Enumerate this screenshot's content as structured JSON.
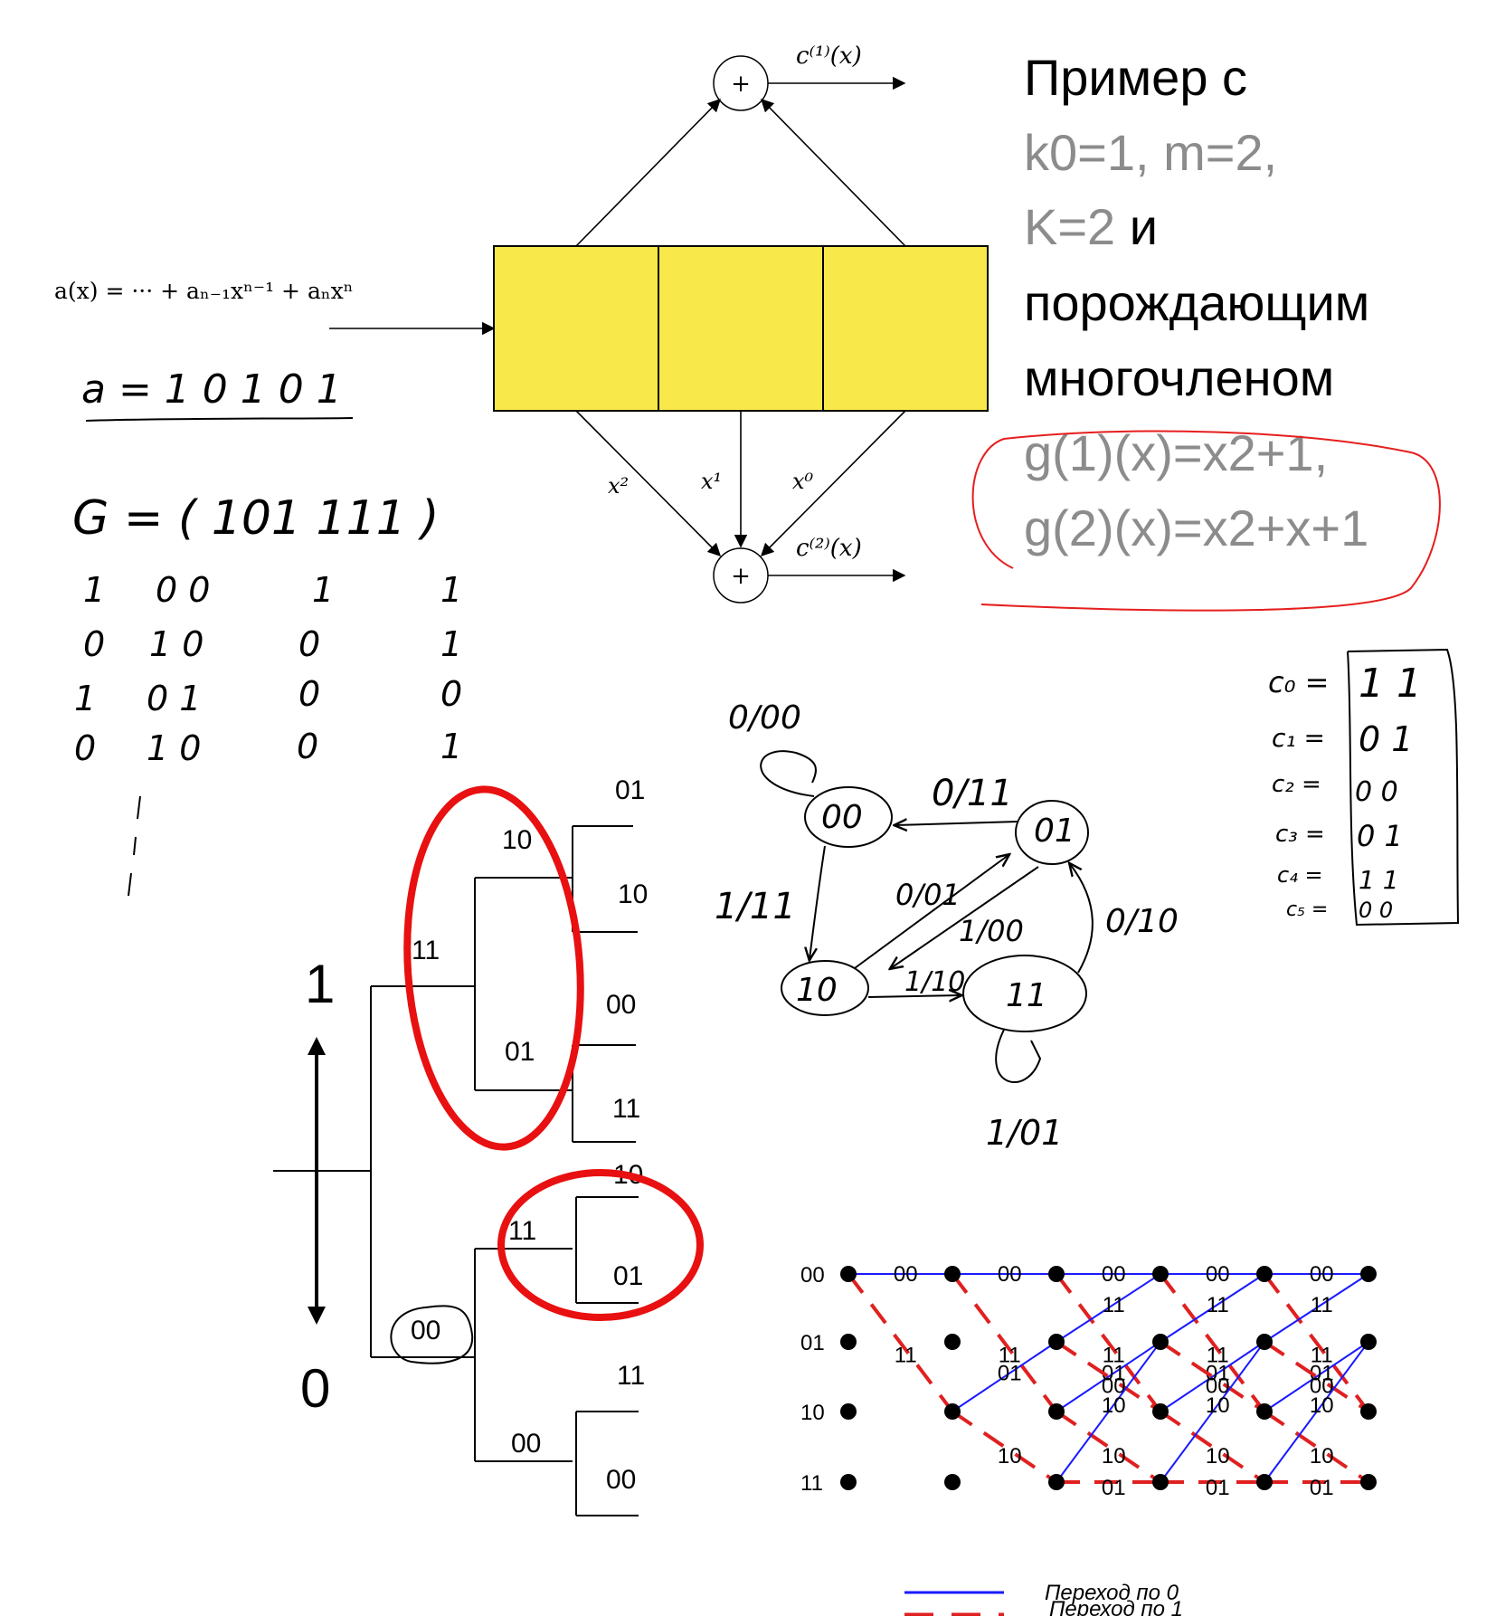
{
  "slide": {
    "title_line1": "Пример с",
    "params_line1": "k0=1, m=2,",
    "params_line2a": "K=2",
    "params_line2b": " и",
    "title_line3": "порождающим",
    "title_line4": "многочленом",
    "poly1": "g(1)(x)=x2+1,",
    "poly2": "g(2)(x)=x2+x+1"
  },
  "encoder": {
    "input_formula": "a(x) = ··· + aₙ₋₁xⁿ⁻¹ + aₙxⁿ",
    "output1": "c⁽¹⁾(x)",
    "output2": "c⁽²⁾(x)",
    "plus": "+",
    "tap_x2": "x²",
    "tap_x1": "x¹",
    "tap_x0": "x⁰",
    "register_color": "#F9E84A"
  },
  "notes": {
    "a_eq": "a = 1 0 1 0 1",
    "G_eq": "G = ( 101  111 )",
    "matrix_rows": [
      [
        "1",
        "0 0",
        "1",
        "1"
      ],
      [
        "0",
        "1 0",
        "0",
        "1"
      ],
      [
        "1",
        "0 1",
        "0",
        "0"
      ],
      [
        "0",
        "1 0",
        "0",
        "1"
      ]
    ],
    "c_rows": [
      {
        "label": "c₀ =",
        "value": "1 1"
      },
      {
        "label": "c₁ =",
        "value": "0 1"
      },
      {
        "label": "c₂ =",
        "value": "0 0"
      },
      {
        "label": "c₃ =",
        "value": "0 1"
      },
      {
        "label": "c₄ =",
        "value": "1 1"
      },
      {
        "label": "c₅ =",
        "value": "0 0"
      }
    ]
  },
  "state_diagram": {
    "states": [
      "00",
      "01",
      "10",
      "11"
    ],
    "transitions": {
      "s00_self": "0/00",
      "s01_to_00": "0/11",
      "s00_to_10": "1/11",
      "s10_to_01": "0/01",
      "s01_to_10": "1/00",
      "s11_to_01": "0/10",
      "s10_to_11": "1/10",
      "s11_self": "1/01"
    }
  },
  "tree": {
    "one": "1",
    "zero": "0",
    "labels": {
      "l11": "11",
      "l00": "00",
      "l10a": "10",
      "l01a": "01",
      "l11b": "11",
      "l00b": "00",
      "o01": "01",
      "o10": "10",
      "o00": "00",
      "o11": "11",
      "o10b": "10",
      "o01b": "01",
      "o11b": "11",
      "o00b": "00"
    }
  },
  "trellis": {
    "states": [
      "00",
      "01",
      "10",
      "11"
    ],
    "label_00": "00",
    "label_11": "11",
    "label_01": "01",
    "label_10": "10",
    "colors": {
      "zero": "#1a1aff",
      "one": "#e02020"
    }
  },
  "legend": {
    "zero_label": "Переход по 0",
    "one_label": "Переход по 1"
  },
  "colors": {
    "gray_text": "#8c8c8c",
    "red_ink": "#e61e1e",
    "circle_red": "#e81010"
  }
}
